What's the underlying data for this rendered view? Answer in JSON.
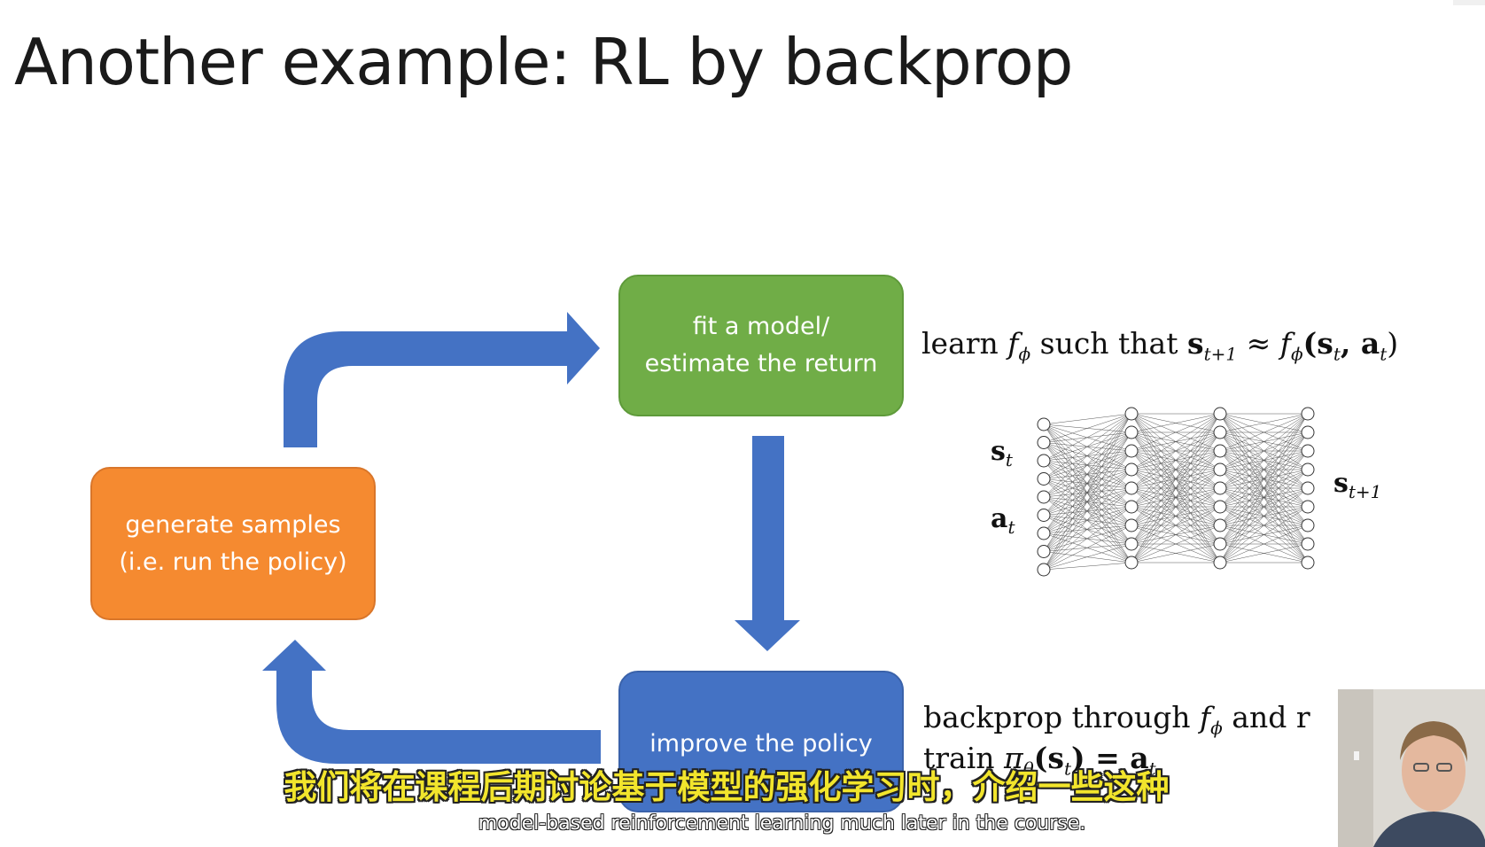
{
  "slide": {
    "title": "Another example: RL by backprop",
    "boxes": {
      "fit": "fit a model/\nestimate the return",
      "generate": "generate samples\n(i.e. run the policy)",
      "improve": "improve the policy"
    },
    "annotations": {
      "learn": {
        "prefix": "learn ",
        "f": "f",
        "phi": "ϕ",
        "middle": " such that ",
        "s": "s",
        "t1": "t+1",
        "approx": " ≈ ",
        "args": "(s",
        "t": "t",
        "comma_a": ", a",
        "close": ")"
      },
      "backprop": {
        "text": "backprop through ",
        "f": "f",
        "phi": "ϕ",
        "and_r": " and r"
      },
      "train": {
        "prefix": "train ",
        "pi": "π",
        "theta": "θ",
        "args": "(s",
        "t": "t",
        "eq": ") = a",
        "t2": "t"
      }
    },
    "network": {
      "input_state": "s",
      "input_state_sub": "t",
      "input_action": "a",
      "input_action_sub": "t",
      "output": "s",
      "output_sub": "t+1"
    },
    "colors": {
      "green_box": "#70ad47",
      "orange_box": "#f58a30",
      "blue_box": "#4472c4",
      "arrow": "#4472c4"
    }
  },
  "subtitles": {
    "chinese": "我们将在课程后期讨论基于模型的强化学习时，介绍一些这种",
    "english": "model-based reinforcement learning much later in the course."
  }
}
